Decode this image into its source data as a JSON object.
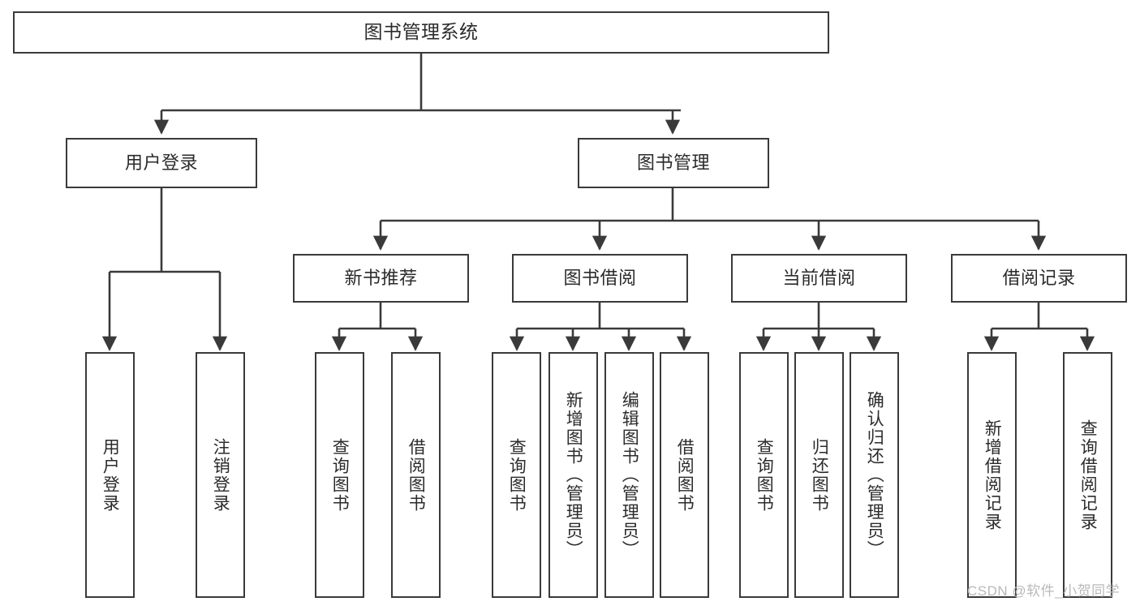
{
  "diagram": {
    "title": "图书管理系统",
    "type": "tree-hierarchy-diagram",
    "colors": {
      "box_border": "#3a3a3a",
      "box_fill": "#ffffff",
      "connector": "#3a3a3a",
      "text": "#2b2b2b",
      "watermark": "#b9b9b9",
      "background": "#ffffff"
    },
    "root": {
      "label": "图书管理系统"
    },
    "level2": [
      {
        "label": "用户登录"
      },
      {
        "label": "图书管理"
      }
    ],
    "level3": [
      {
        "label": "新书推荐"
      },
      {
        "label": "图书借阅"
      },
      {
        "label": "当前借阅"
      },
      {
        "label": "借阅记录"
      }
    ],
    "leaves": {
      "user_login": [
        {
          "label": "用户登录"
        },
        {
          "label": "注销登录"
        }
      ],
      "new_book_recommend": [
        {
          "label": "查询图书"
        },
        {
          "label": "借阅图书"
        }
      ],
      "book_borrow": [
        {
          "label": "查询图书"
        },
        {
          "label": "新增图书（管理员）"
        },
        {
          "label": "编辑图书（管理员）"
        },
        {
          "label": "借阅图书"
        }
      ],
      "current_borrow": [
        {
          "label": "查询图书"
        },
        {
          "label": "归还图书"
        },
        {
          "label": "确认归还（管理员）"
        }
      ],
      "borrow_record": [
        {
          "label": "新增借阅记录"
        },
        {
          "label": "查询借阅记录"
        }
      ]
    }
  },
  "watermark": {
    "text": "CSDN @软件_小贺同学"
  }
}
